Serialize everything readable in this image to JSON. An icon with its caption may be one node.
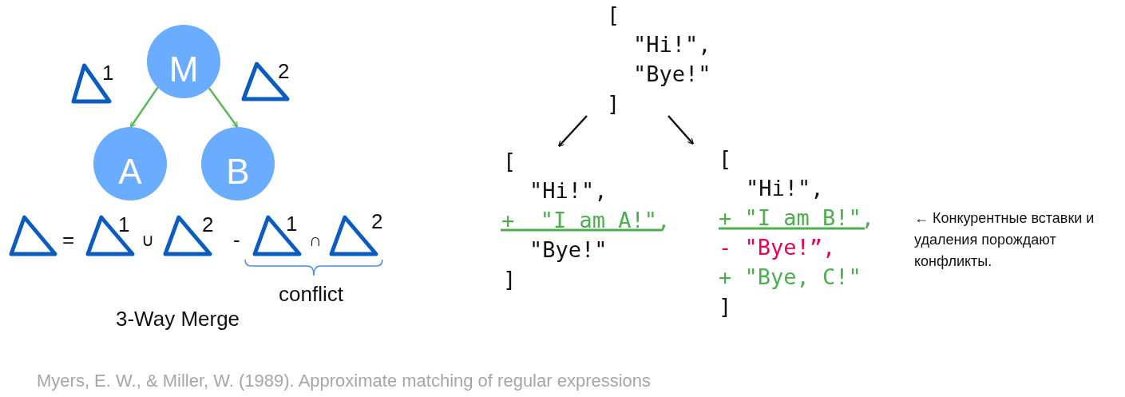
{
  "diagram": {
    "nodes": [
      {
        "text": [
          "M"
        ]
      },
      {
        "text": [
          "A"
        ]
      },
      {
        "text": [
          "B"
        ]
      },
      {
        "text": [
          "[",
          "\"Hi!\",",
          "\"Bye!\"",
          "]"
        ]
      },
      {
        "text": [
          "[",
          "\"Hi!\",",
          "+  \"I am A!\",",
          "\"Bye!\"",
          "]"
        ]
      },
      {
        "text": [
          "[",
          "\"Hi!\",",
          "+ \"I am B!\",",
          "- \"Bye!”,",
          "+ \"Bye, C!\"",
          "]"
        ]
      }
    ],
    "edges": [
      {
        "from": 0,
        "to": 1,
        "arrow": "to",
        "color": "#5cb85c"
      },
      {
        "from": 0,
        "to": 2,
        "arrow": "to",
        "color": "#5cb85c"
      },
      {
        "from": 3,
        "to": 4,
        "arrow": "to",
        "color": "#111111"
      },
      {
        "from": 3,
        "to": 5,
        "arrow": "to",
        "color": "#111111"
      }
    ],
    "labels": [
      "1",
      "2",
      "=",
      "1",
      "∪",
      "2",
      "-",
      "1",
      "∩",
      "2",
      "conflict",
      "3-Way Merge",
      "← Конкурентные вставки и удаления порождают конфликты."
    ],
    "caption": "Myers, E. W., & Miller, W. (1989). Approximate matching of regular expressions"
  }
}
